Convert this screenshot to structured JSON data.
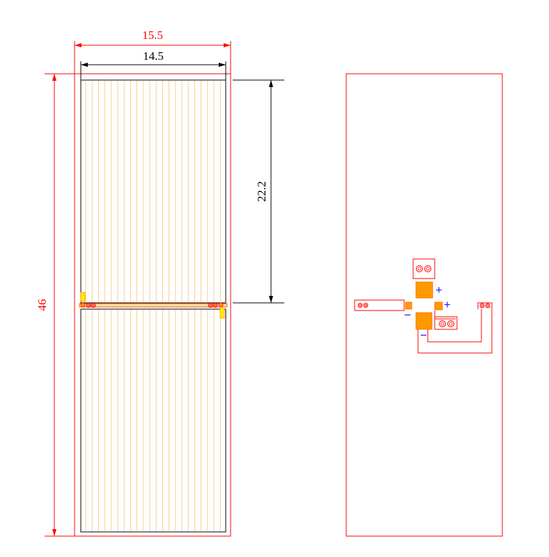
{
  "colors": {
    "red": "#ff0000",
    "black": "#000000",
    "grid_line": "#f5c27a",
    "orange": "#ff9900",
    "yellow": "#ffee00",
    "blue": "#1a1aff"
  },
  "dimensions": {
    "outer_width": "15.5",
    "inner_width": "14.5",
    "cell_height": "22.2",
    "total_height": "46"
  },
  "back_view": {
    "plus_label_1": "+",
    "plus_label_2": "+",
    "minus_label_1": "−",
    "minus_label_2": "−"
  }
}
